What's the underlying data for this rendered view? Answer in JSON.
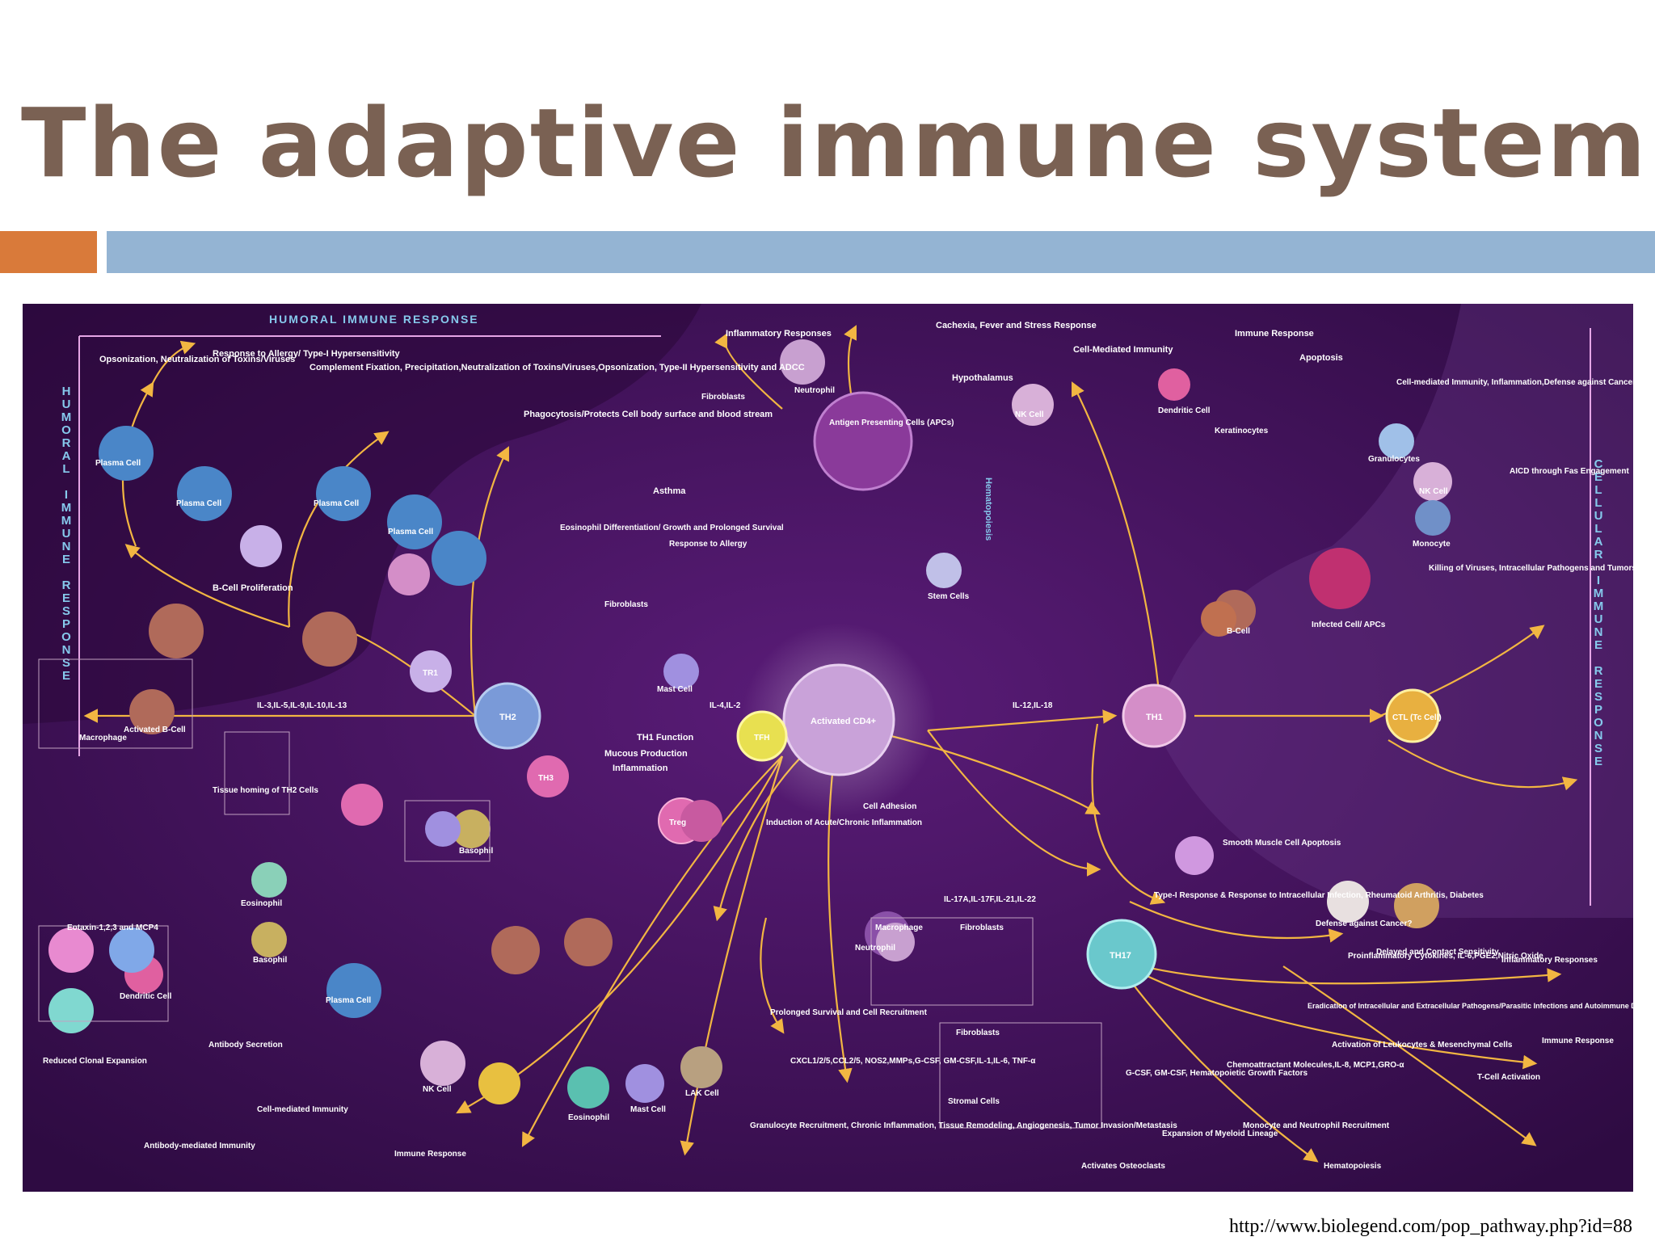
{
  "slide": {
    "title": "The adaptive immune system",
    "source_url": "http://www.biolegend.com/pop_pathway.php?id=88"
  },
  "colors": {
    "title": "#7a6153",
    "accent_orange": "#d97a3a",
    "accent_blue": "#94b4d3",
    "poster_bg": "#3a0f52",
    "pathway_lines": "#f2b642",
    "section_label": "#86c9ec"
  },
  "diagram": {
    "sections": {
      "humoral_top": "HUMORAL IMMUNE RESPONSE",
      "humoral_side": "HUMORAL IMMUNE RESPONSE",
      "cellular_side": "CELLULAR IMMUNE RESPONSE"
    },
    "cells": {
      "center": "Activated CD4+",
      "apc": "Antigen Presenting Cells (APCs)",
      "th2": "TH2",
      "th1": "TH1",
      "th17": "TH17",
      "tfh": "TFH",
      "treg": "Treg",
      "th3": "TH3",
      "tr1": "TR1",
      "ctl": "CTL (Tc Cell)",
      "plasma1": "Plasma Cell",
      "plasma2": "Plasma Cell",
      "plasma3": "Plasma Cell",
      "plasma4": "Plasma Cell",
      "plasma5": "Plasma Cell",
      "bcell_activated": "Activated B-Cell",
      "nk1": "NK Cell",
      "nk2": "NK Cell",
      "nk3": "NK Cell",
      "dendritic1": "Dendritic Cell",
      "dendritic2": "Dendritic Cell",
      "neutrophil1": "Neutrophil",
      "neutrophil2": "Neutrophil",
      "monocyte": "Monocyte",
      "granulocytes": "Granulocytes",
      "eosinophil1": "Eosinophil",
      "eosinophil2": "Eosinophil",
      "basophil1": "Basophil",
      "basophil2": "Basophil",
      "mast1": "Mast Cell",
      "mast2": "Mast Cell",
      "lak": "LAK Cell",
      "stem": "Stem Cells",
      "macrophage1": "Macrophage",
      "macrophage2": "Macrophage",
      "fibroblasts1": "Fibroblasts",
      "fibroblasts2": "Fibroblasts",
      "fibroblasts3": "Fibroblasts",
      "fibroblasts4": "Fibroblasts",
      "keratinocytes": "Keratinocytes",
      "infected": "Infected Cell/ APCs",
      "bcell2": "B-Cell",
      "smooth_muscle": "Smooth Muscle Cell Apoptosis",
      "stromal": "Stromal Cells"
    },
    "labels": {
      "opsonization": "Opsonization, Neutralization of Toxins/Viruses",
      "allergy_response": "Response to Allergy/ Type-I Hypersensitivity",
      "complement": "Complement Fixation, Precipitation,Neutralization of Toxins/Viruses,Opsonization, Type-II Hypersensitivity and ADCC",
      "phagocytosis": "Phagocytosis/Protects Cell body surface and blood stream",
      "inflammatory_responses": "Inflammatory Responses",
      "cachexia": "Cachexia, Fever and Stress Response",
      "cell_mediated_immunity": "Cell-Mediated Immunity",
      "immune_response": "Immune Response",
      "apoptosis": "Apoptosis",
      "cell_mediated_defense": "Cell-mediated Immunity, Inflammation,Defense against Cancer/ Intracellular Pathogens",
      "hypothalamus": "Hypothalamus",
      "asthma": "Asthma",
      "eosinophil_diff": "Eosinophil Differentiation/ Growth and Prolonged Survival",
      "response_to_allergy": "Response to Allergy",
      "bcell_proliferation": "B-Cell Proliferation",
      "il_th2": "IL-3,IL-5,IL-9,IL-10,IL-13",
      "il_th2_th1": "IL-4,IL-2",
      "il_th1_right": "IL-12,IL-18",
      "il_th17": "IL-17A,IL-17F,IL-21,IL-22",
      "mucous": "Mucous Production",
      "inflammation": "Inflammation",
      "th1_function": "TH1 Function",
      "induction": "Induction of Acute/Chronic Inflammation",
      "cell_adhesion": "Cell Adhesion",
      "type1_response": "Type-I Response & Response to Intracellular Infection, Rheumatoid Arthritis, Diabetes",
      "defense_cancer": "Defense against Cancer?",
      "proinflammatory": "Proinflammatory Cytokines, IL-6,PGE2,Nitric Oxide",
      "inflammatory_responses2": "Inflammatory Responses",
      "eradication": "Eradication of Intracellular and Extracellular Pathogens/Parasitic Infections and Autoimmune Diseases",
      "activation_leukocytes": "Activation of Leukocytes & Mesenchymal Cells",
      "immune_response2": "Immune Response",
      "tcell_activation": "T-Cell Activation",
      "monocyte_recruitment": "Monocyte and Neutrophil Recruitment",
      "hematopoiesis": "Hematopoiesis",
      "granulocyte_recruitment": "Granulocyte Recruitment, Chronic Inflammation, Tissue Remodeling, Angiogenesis, Tumor Invasion/Metastasis",
      "immune_response3": "Immune Response",
      "antibody_mediated": "Antibody-mediated Immunity",
      "cell_mediated2": "Cell-mediated Immunity",
      "reduced_clonal": "Reduced Clonal Expansion",
      "antibody_secretion": "Antibody Secretion",
      "delayed_contact": "Delayed and Contact Sensitivity",
      "killing_viruses": "Killing of Viruses, Intracellular Pathogens and Tumors",
      "aicd": "AICD through Fas Engagement",
      "eotaxin": "Eotaxin-1,2,3 and MCP4",
      "tissue_homing": "Tissue homing of TH2 Cells",
      "activates_osteoclasts": "Activates Osteoclasts",
      "prolonged_survival": "Prolonged Survival and Cell Recruitment",
      "cxcl": "CXCL1/2/5,CCL2/5, NOS2,MMPs,G-CSF, GM-CSF,IL-1,IL-6, TNF-α",
      "gcsf": "G-CSF, GM-CSF, Hematopoietic Growth Factors",
      "expansion_myeloid": "Expansion of Myeloid Lineage",
      "chemoattractant": "Chemoattractant Molecules,IL-8, MCP1,GRO-α",
      "hematopoiesis_vertical": "Hematopoiesis"
    }
  }
}
